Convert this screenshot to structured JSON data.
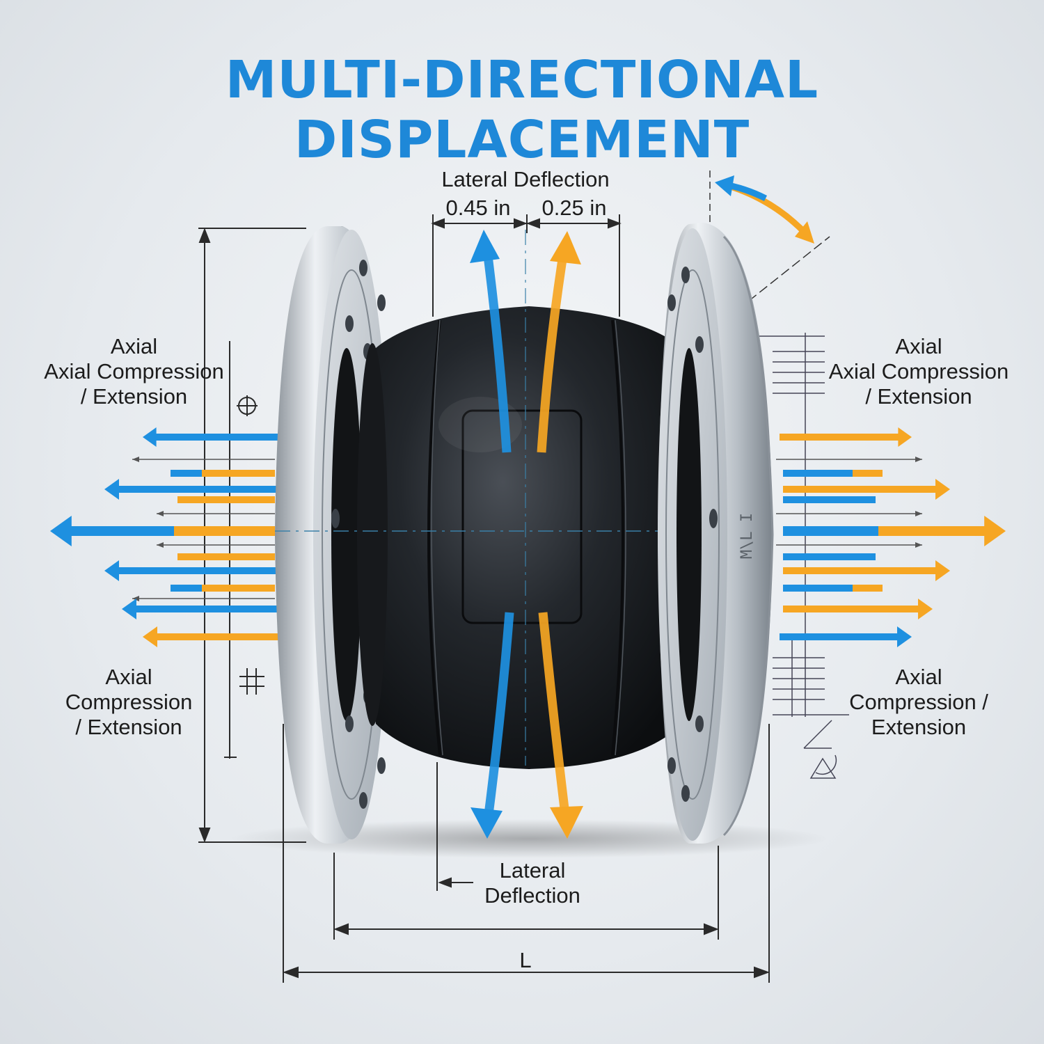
{
  "title": "MULTI-DIRECTIONAL DISPLACEMENT",
  "labels": {
    "lateral_top": "Lateral Deflection",
    "offset_left": "0.45 in",
    "offset_right": "0.25 in",
    "lateral_bottom_1": "Lateral",
    "lateral_bottom_2": "Deflection",
    "length": "L",
    "flange_marking": "M\\L I"
  },
  "axial_labels": {
    "top_left": [
      "Axial",
      "Axial Compression",
      "/ Extension"
    ],
    "top_right": [
      "Axial",
      "Axial Compression",
      "/ Extension"
    ],
    "bottom_left": [
      "Axial",
      "Compression",
      "/ Extension"
    ],
    "bottom_right": [
      "Axial",
      "Compression /",
      "Extension"
    ]
  },
  "colors": {
    "blue": "#1e90e0",
    "orange": "#f6a623",
    "title": "#1e88d8",
    "rubber": "#1c1f23",
    "steel": "#c9ced3",
    "dim_line": "#2a2a2a"
  }
}
